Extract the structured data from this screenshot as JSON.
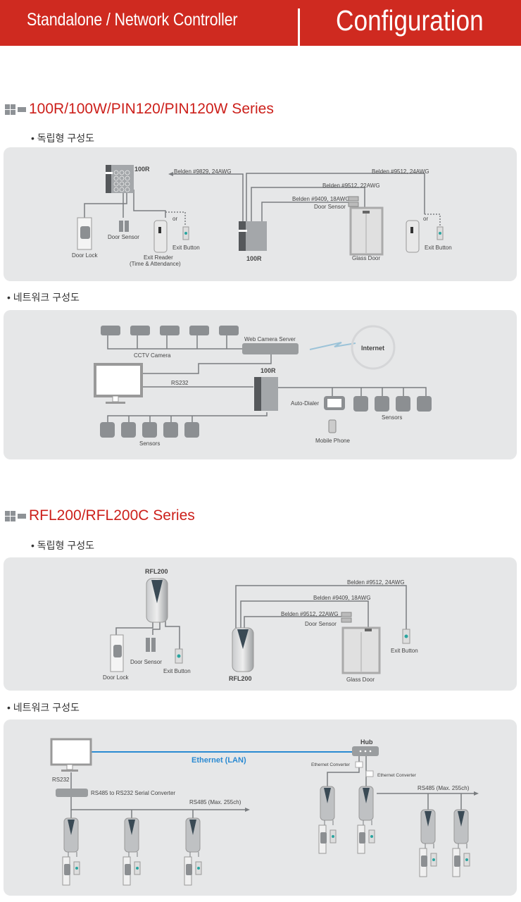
{
  "header": {
    "subtitle": "Standalone / Network Controller",
    "title": "Configuration",
    "accent_color": "#cf2a20"
  },
  "sections": [
    {
      "title": "100R/100W/PIN120/PIN120W Series",
      "standalone": {
        "heading": "독립형 구성도",
        "labels": {
          "controller": "100R",
          "controller2": "100R",
          "cable_left": "Belden #9829, 24AWG",
          "cable_top_right": "Belden #9512, 24AWG",
          "cable_mid": "Belden #9512, 22AWG",
          "cable_low": "Belden #9409, 18AWG",
          "door_sensor_right": "Door Sensor",
          "door_lock": "Door Lock",
          "door_sensor": "Door Sensor",
          "exit_reader": "Exit Reader",
          "exit_reader_note": "(Time & Attendance)",
          "or1": "or",
          "or2": "or",
          "exit_button": "Exit Button",
          "exit_button2": "Exit Button",
          "glass_door": "Glass Door"
        }
      },
      "network": {
        "heading": "네트워크 구성도",
        "labels": {
          "cctv": "CCTV Camera",
          "web_server": "Web Camera Server",
          "internet": "Internet",
          "rs232": "RS232",
          "controller": "100R",
          "auto_dialer": "Auto-Dialer",
          "mobile_phone": "Mobile Phone",
          "sensors_left": "Sensors",
          "sensors_right": "Sensors"
        }
      }
    },
    {
      "title": "RFL200/RFL200C Series",
      "standalone": {
        "heading": "독립형 구성도",
        "labels": {
          "reader_top": "RFL200",
          "reader_bottom": "RFL200",
          "door_lock": "Door Lock",
          "door_sensor": "Door Sensor",
          "exit_button": "Exit Button",
          "cable_top": "Belden #9512, 24AWG",
          "cable_mid": "Belden #9409, 18AWG",
          "cable_low": "Belden #9512, 22AWG",
          "door_sensor_right": "Door Sensor",
          "glass_door": "Glass Door",
          "exit_button_right": "Exit Button"
        }
      },
      "network": {
        "heading": "네트워크 구성도",
        "labels": {
          "ethernet": "Ethernet (LAN)",
          "rs232": "RS232",
          "converter": "RS485 to RS232 Serial Converter",
          "rs485_left": "RS485 (Max. 255ch)",
          "hub": "Hub",
          "eth_conv1": "Ethernet Converter",
          "eth_conv2": "Ethernet Converter",
          "rs485_right": "RS485 (Max. 255ch)"
        }
      }
    }
  ]
}
